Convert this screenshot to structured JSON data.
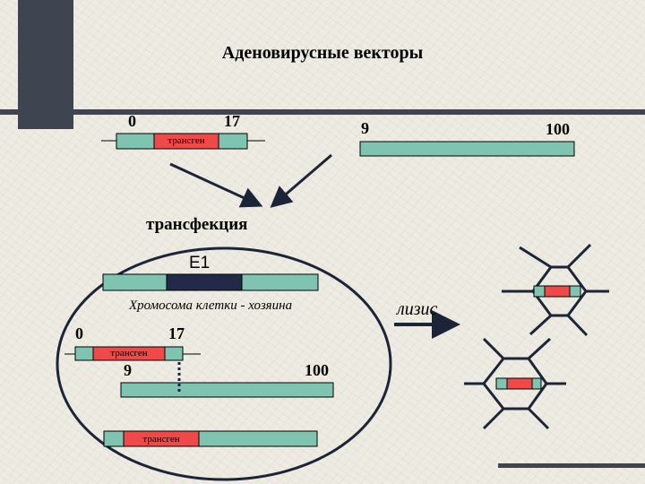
{
  "title": "Аденовирусные векторы",
  "top_plasmid": {
    "left_coord": "0",
    "right_coord": "17",
    "insert_label": "трансген"
  },
  "fragment": {
    "left_coord": "9",
    "right_coord": "100"
  },
  "process_label": "трансфекция",
  "cell": {
    "chromosome_gene": "E1",
    "chromosome_label": "Хромосома клетки - хозяина",
    "plasmid_left_coord": "0",
    "plasmid_right_coord": "17",
    "insert_label": "трансген",
    "fragment_left_coord": "9",
    "fragment_right_coord": "100",
    "recombinant_insert_label": "трансген"
  },
  "lysis_label": "лизис",
  "colors": {
    "dna": "#7ec4b0",
    "transgene": "#ef4a4a",
    "e1_region": "#222a48",
    "outline": "#1c2538"
  }
}
